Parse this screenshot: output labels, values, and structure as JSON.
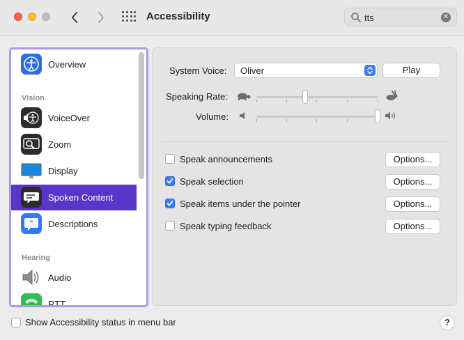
{
  "window": {
    "title": "Accessibility"
  },
  "search": {
    "value": "tts",
    "clear_icon": "clear-icon"
  },
  "sidebar": {
    "items": [
      {
        "label": "Overview",
        "icon": "overview-icon"
      },
      {
        "label": "VoiceOver",
        "icon": "voiceover-icon"
      },
      {
        "label": "Zoom",
        "icon": "zoom-icon"
      },
      {
        "label": "Display",
        "icon": "display-icon"
      },
      {
        "label": "Spoken Content",
        "icon": "spoken-content-icon",
        "selected": true
      },
      {
        "label": "Descriptions",
        "icon": "descriptions-icon"
      },
      {
        "label": "Audio",
        "icon": "audio-icon"
      },
      {
        "label": "RTT",
        "icon": "rtt-icon"
      }
    ],
    "sections": {
      "vision": "Vision",
      "hearing": "Hearing"
    }
  },
  "main": {
    "system_voice_label": "System Voice:",
    "system_voice_value": "Oliver",
    "play_label": "Play",
    "speaking_rate_label": "Speaking Rate:",
    "speaking_rate_level": 0.4,
    "volume_label": "Volume:",
    "volume_level": 1.0,
    "options": [
      {
        "label": "Speak announcements",
        "checked": false,
        "button": "Options..."
      },
      {
        "label": "Speak selection",
        "checked": true,
        "button": "Options..."
      },
      {
        "label": "Speak items under the pointer",
        "checked": true,
        "button": "Options..."
      },
      {
        "label": "Speak typing feedback",
        "checked": false,
        "button": "Options..."
      }
    ]
  },
  "footer": {
    "status_label": "Show Accessibility status in menu bar",
    "status_checked": false,
    "help_label": "?"
  },
  "colors": {
    "accent": "#3d7bf7",
    "selection": "#5a35c9",
    "focus_ring": "#a99ae6",
    "close": "#fe5f57",
    "minimize": "#febc2e"
  }
}
